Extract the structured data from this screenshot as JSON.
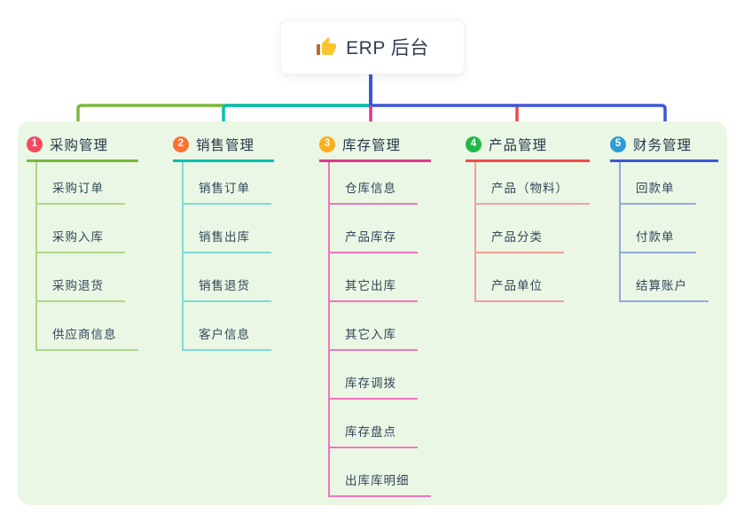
{
  "root": {
    "title": "ERP 后台",
    "icon": "thumbs-up-icon"
  },
  "root_line_color": "#3d56d6",
  "panel_color": "#eaf7e4",
  "branches": [
    {
      "index": "1",
      "label": "采购管理",
      "badge_color": "#f5495f",
      "line_color": "#7ab83c",
      "child_line_color": "#aed687",
      "children": [
        "采购订单",
        "采购入库",
        "采购退货",
        "供应商信息"
      ]
    },
    {
      "index": "2",
      "label": "销售管理",
      "badge_color": "#f77234",
      "line_color": "#00bfb0",
      "child_line_color": "#7cdcd2",
      "children": [
        "销售订单",
        "销售出库",
        "销售退货",
        "客户信息"
      ]
    },
    {
      "index": "3",
      "label": "库存管理",
      "badge_color": "#fbaf1d",
      "line_color": "#e0368f",
      "child_line_color": "#f075c0",
      "children": [
        "仓库信息",
        "产品库存",
        "其它出库",
        "其它入库",
        "库存调拨",
        "库存盘点",
        "出库库明细"
      ]
    },
    {
      "index": "4",
      "label": "产品管理",
      "badge_color": "#23b845",
      "line_color": "#f54848",
      "child_line_color": "#f79e9e",
      "children": [
        "产品（物料）",
        "产品分类",
        "产品单位"
      ]
    },
    {
      "index": "5",
      "label": "财务管理",
      "badge_color": "#2e9bd6",
      "line_color": "#3d56d6",
      "child_line_color": "#93a9e0",
      "children": [
        "回款单",
        "付款单",
        "结算账户"
      ]
    }
  ]
}
